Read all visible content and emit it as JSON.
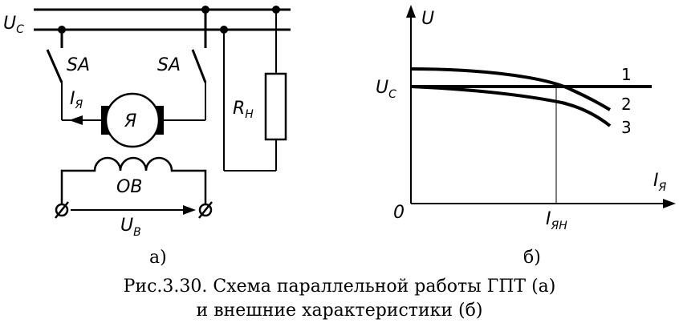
{
  "circuit": {
    "supply_label": "U",
    "supply_sub": "C",
    "switch_left": "SA",
    "switch_right": "SA",
    "armature_current": "I",
    "armature_current_sub": "Я",
    "armature_letter": "Я",
    "load_label": "R",
    "load_sub": "Н",
    "field_winding": "ОВ",
    "field_voltage": "U",
    "field_voltage_sub": "В",
    "subfig": "а)"
  },
  "graph": {
    "y_axis_label": "U",
    "x_axis_label": "I",
    "x_axis_sub": "Я",
    "y_tick_label": "U",
    "y_tick_sub": "C",
    "origin_label": "0",
    "x_tick_label": "I",
    "x_tick_sub": "ЯН",
    "curve_labels": [
      "1",
      "2",
      "3"
    ],
    "subfig": "б)"
  },
  "caption": {
    "line1": "Рис.3.30. Схема параллельной работы ГПТ (а)",
    "line2": "и внешние характеристики (б)"
  }
}
